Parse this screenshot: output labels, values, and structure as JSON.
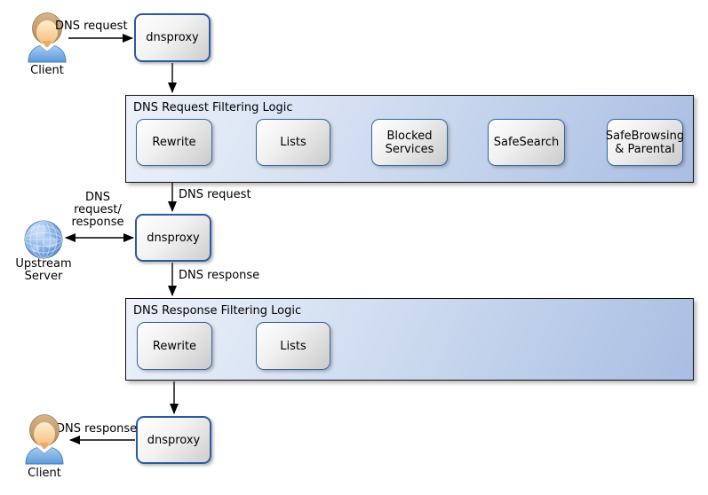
{
  "nodes": {
    "client_top": "Client",
    "client_bottom": "Client",
    "upstream_server": "Upstream\nServer",
    "dnsproxy_top": "dnsproxy",
    "dnsproxy_middle": "dnsproxy",
    "dnsproxy_bottom": "dnsproxy"
  },
  "containers": {
    "request": {
      "title": "DNS Request Filtering Logic",
      "boxes": [
        "Rewrite",
        "Lists",
        "Blocked\nServices",
        "SafeSearch",
        "SafeBrowsing\n& Parental"
      ]
    },
    "response": {
      "title": "DNS Response Filtering Logic",
      "boxes": [
        "Rewrite",
        "Lists"
      ]
    }
  },
  "edges": {
    "client_request": "DNS request",
    "request_to_proxy": "DNS request",
    "upstream_exchange": "DNS\nrequest/\nresponse",
    "proxy_response": "DNS response",
    "response_to_client": "DNS response"
  },
  "icons": {
    "client_top": "user-icon",
    "client_bottom": "user-icon",
    "upstream": "globe-icon"
  },
  "colors": {
    "container_fill_start": "#edf2fa",
    "container_fill_end": "#a9bee3",
    "container_border": "#111111",
    "box_border": "#3465a4",
    "proxy_border": "#2c5aa0",
    "box_fill_start": "#ffffff",
    "box_fill_end": "#cccccc",
    "arrow": "#000000",
    "text": "#000000"
  }
}
